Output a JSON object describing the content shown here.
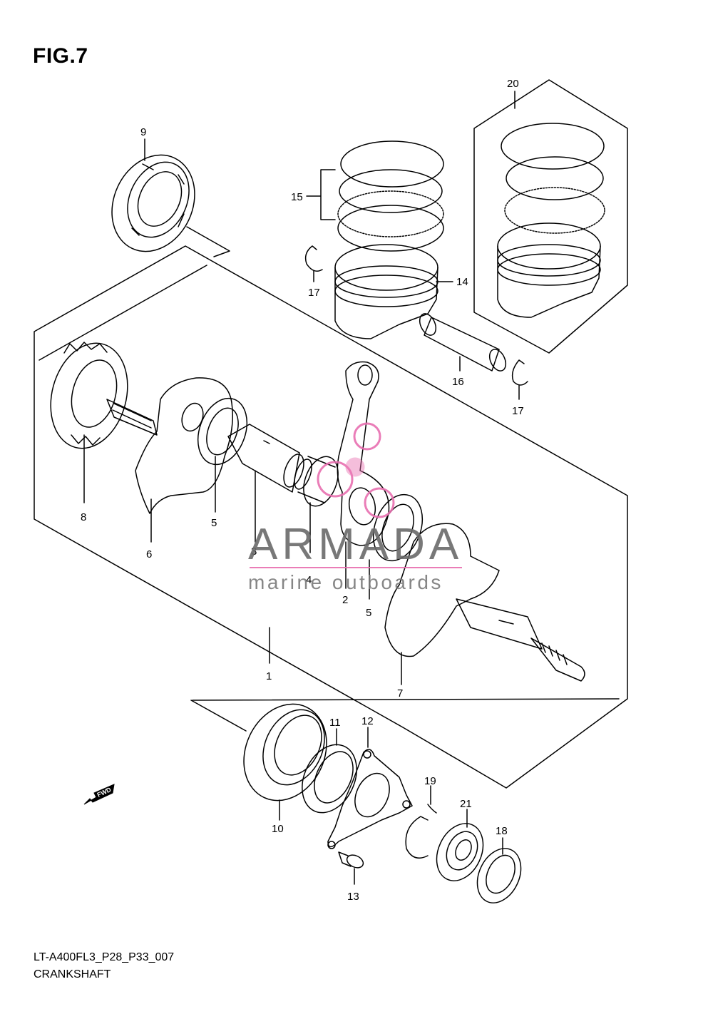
{
  "figure": {
    "title": "FIG.7"
  },
  "callouts": {
    "c1": "1",
    "c2": "2",
    "c3": "3",
    "c4": "4",
    "c5a": "5",
    "c5b": "5",
    "c6": "6",
    "c7": "7",
    "c8": "8",
    "c9": "9",
    "c10": "10",
    "c11": "11",
    "c12": "12",
    "c13": "13",
    "c14": "14",
    "c15": "15",
    "c16": "16",
    "c17a": "17",
    "c17b": "17",
    "c18": "18",
    "c19": "19",
    "c20": "20",
    "c21": "21"
  },
  "watermark": {
    "brand": "ARMADA",
    "tagline": "marine outboards",
    "accent_color": "#e86fb0"
  },
  "fwd_label": "FWD",
  "footer": {
    "code": "LT-A400FL3_P28_P33_007",
    "name": "CRANKSHAFT"
  }
}
